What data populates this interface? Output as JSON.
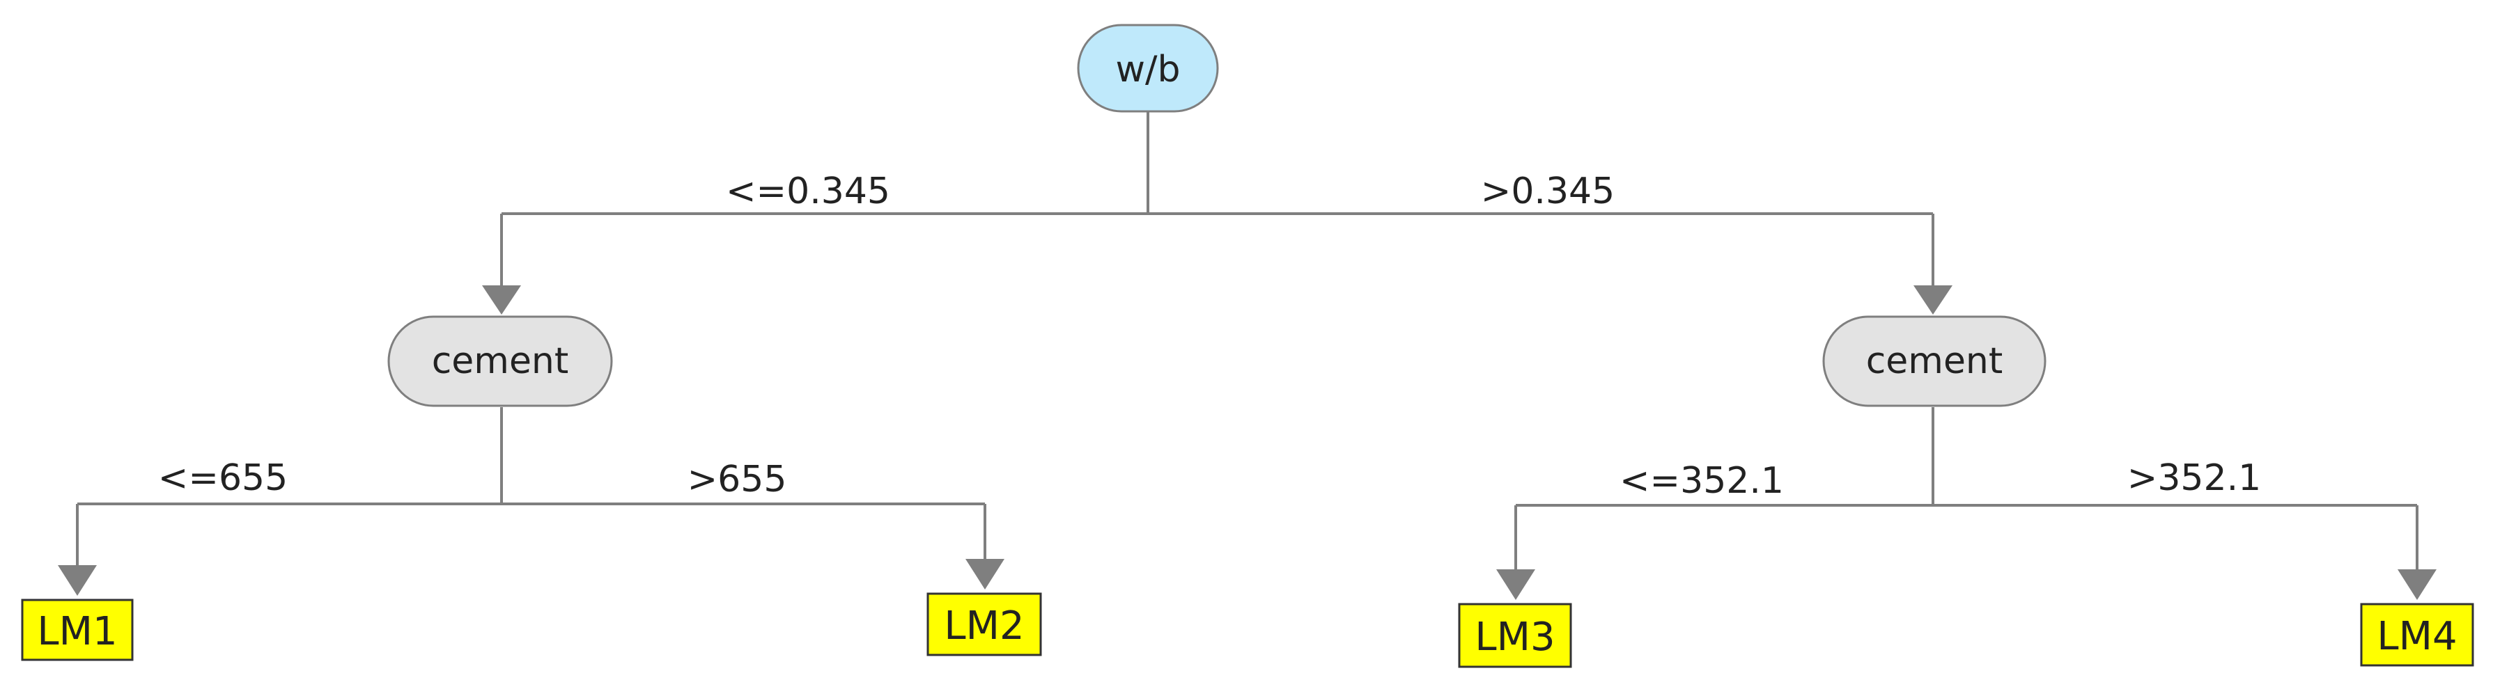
{
  "tree": {
    "root": {
      "label": "w/b",
      "left_condition": "<=0.345",
      "right_condition": ">0.345"
    },
    "left_split": {
      "label": "cement",
      "left_condition": "<=655",
      "right_condition": ">655"
    },
    "right_split": {
      "label": "cement",
      "left_condition": "<=352.1",
      "right_condition": ">352.1"
    },
    "leaves": [
      "LM1",
      "LM2",
      "LM3",
      "LM4"
    ]
  },
  "colors": {
    "root_fill": "#bfe9fb",
    "split_fill": "#e3e3e3",
    "leaf_fill": "#ffff00",
    "edge": "#7f7f7f"
  }
}
